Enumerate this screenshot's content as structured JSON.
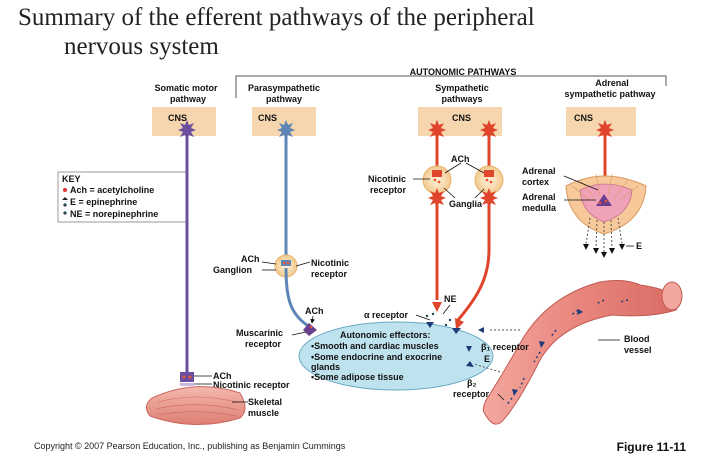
{
  "title": {
    "line1": "Summary of the efferent pathways of the peripheral",
    "line2": "nervous system"
  },
  "header": {
    "autonomic": "AUTONOMIC PATHWAYS"
  },
  "columns": {
    "somatic": [
      "Somatic motor",
      "pathway"
    ],
    "parasym": [
      "Parasympathetic",
      "pathway"
    ],
    "sym": [
      "Sympathetic",
      "pathways"
    ],
    "adrenal": [
      "Adrenal",
      "sympathetic pathway"
    ]
  },
  "cns": "CNS",
  "key": {
    "heading": "KEY",
    "ach": "Ach  = acetylcholine",
    "e": "E      = epinephrine",
    "ne": "NE    = norepinephrine"
  },
  "labels": {
    "ach": "ACh",
    "ganglion": "Ganglion",
    "nicotinic_receptor": [
      "Nicotinic",
      "receptor"
    ],
    "ganglia": "Ganglia",
    "adrenal_cortex": [
      "Adrenal",
      "cortex"
    ],
    "adrenal_medulla": [
      "Adrenal",
      "medulla"
    ],
    "e": "E",
    "ne": "NE",
    "alpha_receptor": "α receptor",
    "muscarinic_receptor": [
      "Muscarinic",
      "receptor"
    ],
    "beta1_receptor": "β₁ receptor",
    "beta2": "β₂",
    "receptor": "receptor",
    "blood_vessel": [
      "Blood",
      "vessel"
    ],
    "nicotinic_receptor_single": "Nicotinic receptor",
    "skeletal_muscle": [
      "Skeletal",
      "muscle"
    ]
  },
  "effectors": {
    "heading": "Autonomic effectors:",
    "items": [
      "•Smooth and cardiac muscles",
      "•Some endocrine and exocrine",
      "  glands",
      "•Some adipose tissue"
    ]
  },
  "footer": {
    "copyright": "Copyright © 2007 Pearson Education, Inc., publishing as Benjamin Cummings",
    "figure": "Figure 11-11"
  },
  "colors": {
    "cns_box": "#f6d6ae",
    "somatic": "#6a4fa0",
    "parasym": "#5d85b5",
    "sym": "#e0442a",
    "ganglion": "#f8d7a8",
    "effector": "#bfe3ee",
    "vessel": "#e8877f",
    "muscle": "#e89a92"
  }
}
